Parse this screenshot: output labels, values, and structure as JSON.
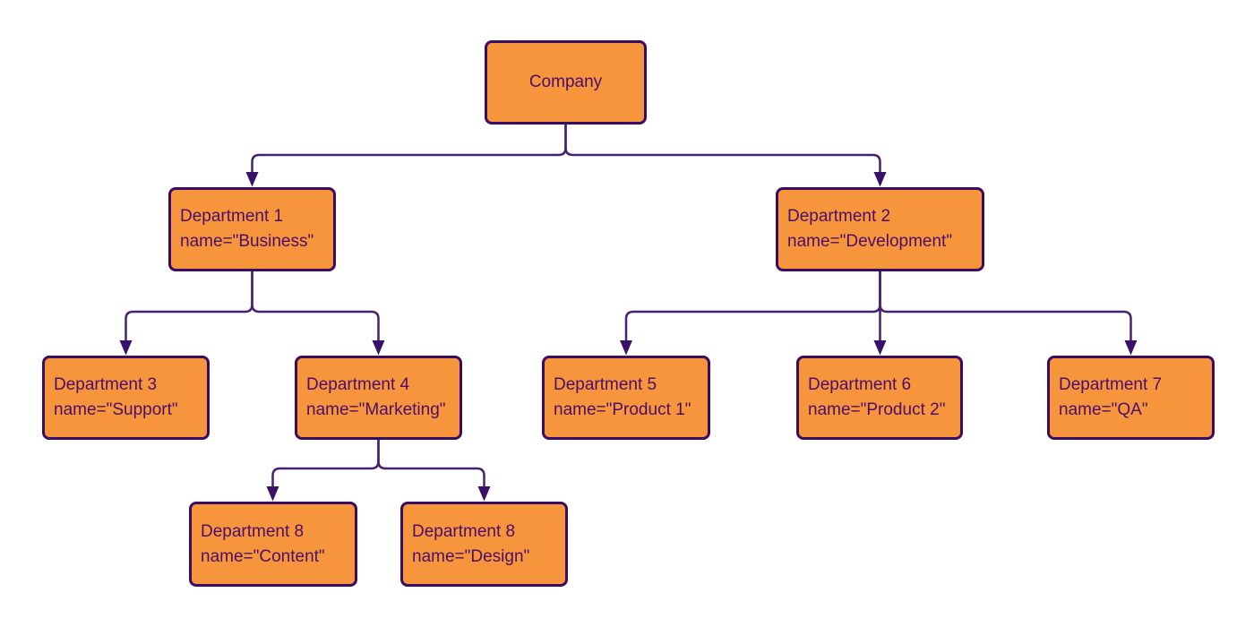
{
  "diagram": {
    "type": "org-chart-tree",
    "nodes": [
      {
        "id": "company",
        "label": "Company"
      },
      {
        "id": "dept1",
        "label": "Department 1",
        "attr": "name=\"Business\""
      },
      {
        "id": "dept2",
        "label": "Department 2",
        "attr": "name=\"Development\""
      },
      {
        "id": "dept3",
        "label": "Department 3",
        "attr": "name=\"Support\""
      },
      {
        "id": "dept4",
        "label": "Department 4",
        "attr": "name=\"Marketing\""
      },
      {
        "id": "dept5",
        "label": "Department 5",
        "attr": "name=\"Product 1\""
      },
      {
        "id": "dept6",
        "label": "Department 6",
        "attr": "name=\"Product 2\""
      },
      {
        "id": "dept7",
        "label": "Department 7",
        "attr": "name=\"QA\""
      },
      {
        "id": "dept8a",
        "label": "Department 8",
        "attr": "name=\"Content\""
      },
      {
        "id": "dept8b",
        "label": "Department 8",
        "attr": "name=\"Design\""
      }
    ],
    "edges": [
      {
        "from": "company",
        "to": "dept1"
      },
      {
        "from": "company",
        "to": "dept2"
      },
      {
        "from": "dept1",
        "to": "dept3"
      },
      {
        "from": "dept1",
        "to": "dept4"
      },
      {
        "from": "dept2",
        "to": "dept5"
      },
      {
        "from": "dept2",
        "to": "dept6"
      },
      {
        "from": "dept2",
        "to": "dept7"
      },
      {
        "from": "dept4",
        "to": "dept8a"
      },
      {
        "from": "dept4",
        "to": "dept8b"
      }
    ]
  },
  "colors": {
    "node_fill": "#F7953D",
    "node_border": "#3A0B63",
    "edge_line": "#45226D",
    "arrow_fill": "#3A1168",
    "text_color": "#4A0E6B",
    "background": "#FFFFFF"
  }
}
